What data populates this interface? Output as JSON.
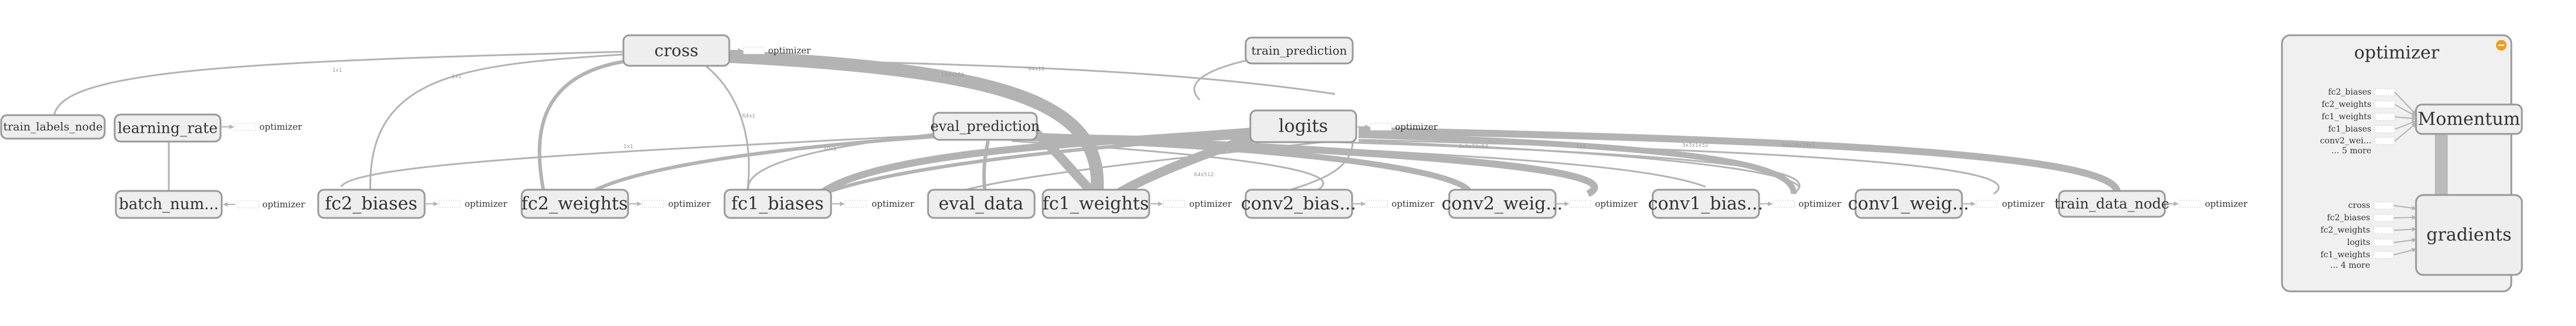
{
  "nodes": {
    "cross": "cross",
    "train_prediction": "train_prediction",
    "train_labels_node": "train_labels_node",
    "learning_rate": "learning_rate",
    "eval_prediction": "eval_prediction",
    "logits": "logits",
    "batch_num": "batch_num...",
    "fc2_biases": "fc2_biases",
    "fc2_weights": "fc2_weights",
    "fc1_biases": "fc1_biases",
    "eval_data": "eval_data",
    "fc1_weights": "fc1_weights",
    "conv2_bias": "conv2_bias...",
    "conv2_weig": "conv2_weig...",
    "conv1_bias": "conv1_bias...",
    "conv1_weig": "conv1_weig...",
    "train_data_node": "train_data_node"
  },
  "optimizer_stub_label": "optimizer",
  "panel": {
    "title": "optimizer",
    "momentum": "Momentum",
    "gradients": "gradients",
    "momentum_inputs": [
      "fc2_biases",
      "fc2_weights",
      "fc1_weights",
      "fc1_biases",
      "conv2_wei...",
      "... 5 more"
    ],
    "gradients_inputs": [
      "cross",
      "fc2_biases",
      "fc2_weights",
      "logits",
      "fc1_weights",
      "... 4 more"
    ]
  },
  "colors": {
    "node_fill": "#eeeeee",
    "node_stroke": "#999999",
    "edge": "#b3b3b3",
    "expand_button": "#f39c12"
  },
  "icons": [
    "expand-plus-icon"
  ]
}
